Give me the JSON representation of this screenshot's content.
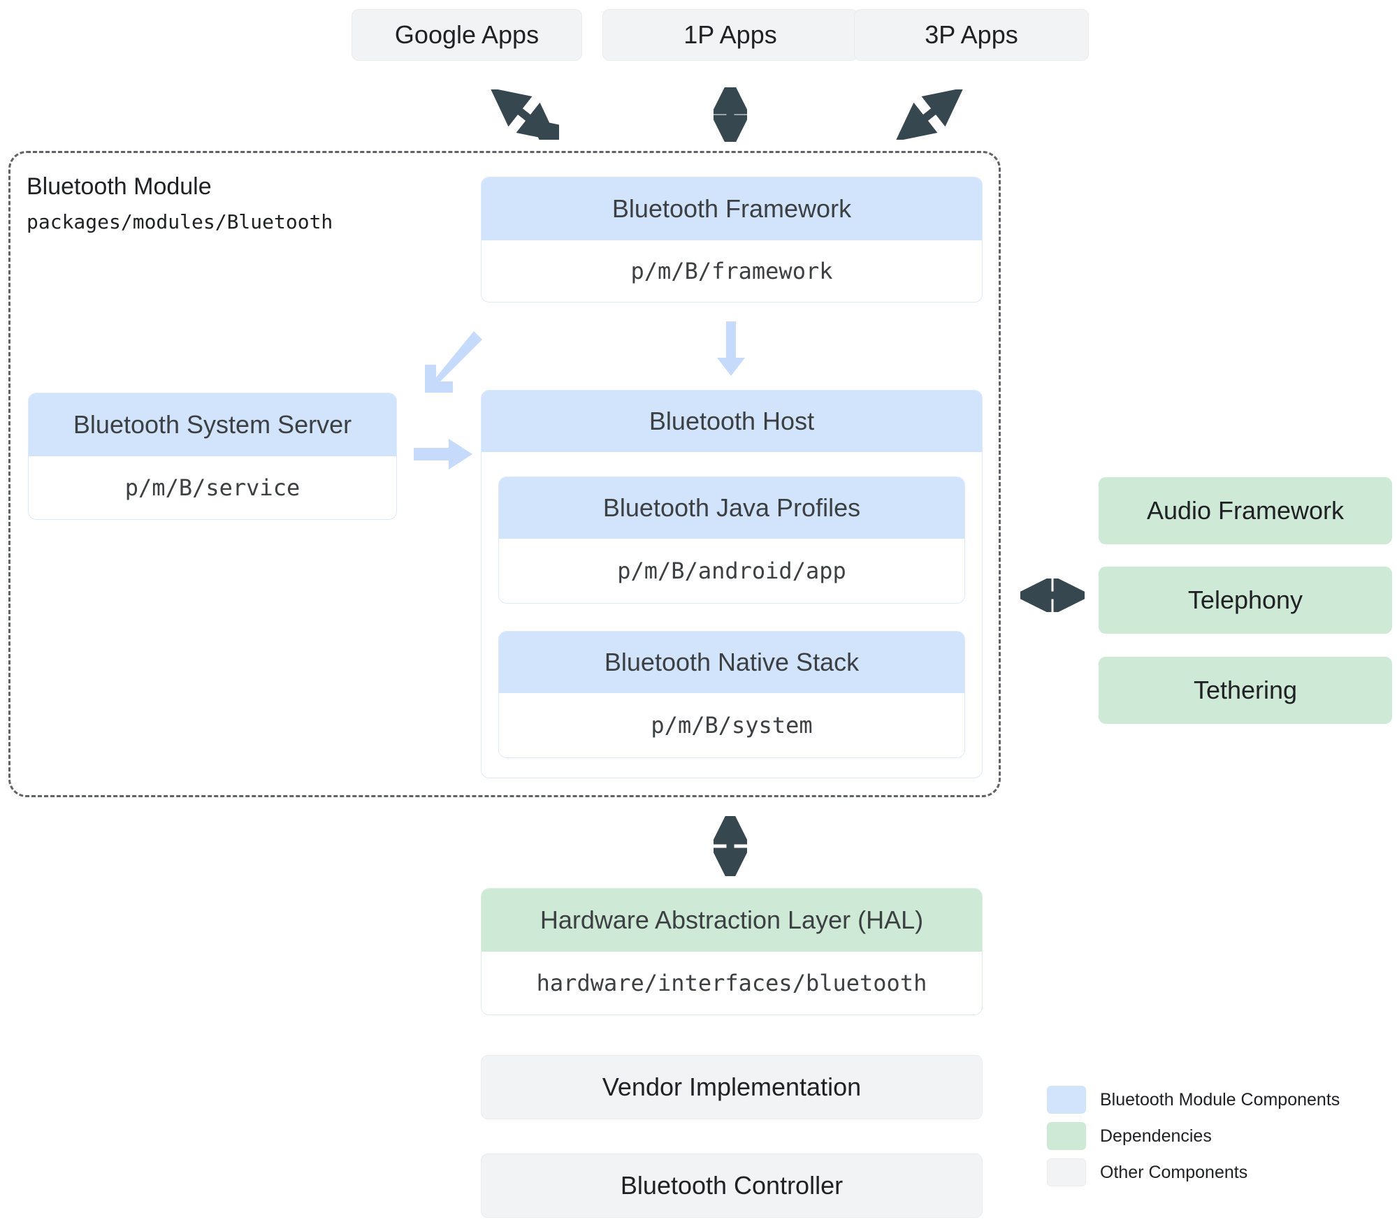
{
  "colors": {
    "module_component_blue": "#D2E3FC",
    "dependency_green": "#CEEAD6",
    "other_component_grey": "#F1F3F4",
    "arrow_dark": "#37474F",
    "arrow_light_blue": "#C6DAFC",
    "module_border": "#5F6368",
    "text_dark": "#202124",
    "text_slate": "#3C4043"
  },
  "apps_row": [
    {
      "label": "Google Apps",
      "name": "google-apps"
    },
    {
      "label": "1P Apps",
      "name": "first-party-apps"
    },
    {
      "label": "3P Apps",
      "name": "third-party-apps"
    }
  ],
  "module": {
    "title": "Bluetooth Module",
    "path": "packages/modules/Bluetooth"
  },
  "components": {
    "framework": {
      "title": "Bluetooth Framework",
      "path": "p/m/B/framework"
    },
    "system_server": {
      "title": "Bluetooth System Server",
      "path": "p/m/B/service"
    },
    "host": {
      "title": "Bluetooth Host"
    },
    "java_profiles": {
      "title": "Bluetooth Java Profiles",
      "path": "p/m/B/android/app"
    },
    "native_stack": {
      "title": "Bluetooth Native Stack",
      "path": "p/m/B/system"
    },
    "hal": {
      "title": "Hardware Abstraction Layer (HAL)",
      "path": "hardware/interfaces/bluetooth"
    }
  },
  "dependencies": [
    {
      "label": "Audio Framework",
      "name": "audio-framework"
    },
    {
      "label": "Telephony",
      "name": "telephony"
    },
    {
      "label": "Tethering",
      "name": "tethering"
    }
  ],
  "bottom_stack": [
    {
      "label": "Vendor Implementation",
      "name": "vendor-implementation"
    },
    {
      "label": "Bluetooth Controller",
      "name": "bluetooth-controller"
    }
  ],
  "legend": [
    {
      "label": "Bluetooth Module Components",
      "color": "#D2E3FC",
      "name": "legend-module-components"
    },
    {
      "label": "Dependencies",
      "color": "#CEEAD6",
      "name": "legend-dependencies"
    },
    {
      "label": "Other Components",
      "color": "#F1F3F4",
      "name": "legend-other-components"
    }
  ],
  "connectors": [
    {
      "name": "google-apps-to-framework",
      "kind": "double-diagonal-down-left"
    },
    {
      "name": "first-party-apps-to-framework",
      "kind": "double-vertical"
    },
    {
      "name": "third-party-apps-to-framework",
      "kind": "double-diagonal-up-right"
    },
    {
      "name": "framework-to-host",
      "kind": "single-down"
    },
    {
      "name": "host-to-system-server",
      "kind": "single-diagonal-down-left"
    },
    {
      "name": "system-server-to-host",
      "kind": "single-right"
    },
    {
      "name": "host-to-dependencies",
      "kind": "double-horizontal"
    },
    {
      "name": "module-to-hal",
      "kind": "double-vertical"
    }
  ]
}
